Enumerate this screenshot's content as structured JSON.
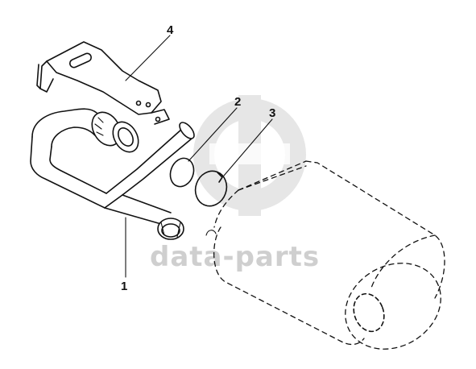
{
  "diagram": {
    "callouts": [
      {
        "id": "1",
        "label": "1"
      },
      {
        "id": "2",
        "label": "2"
      },
      {
        "id": "3",
        "label": "3"
      },
      {
        "id": "4",
        "label": "4"
      }
    ],
    "watermark": {
      "text": "data-parts",
      "color": "#cfcfcf"
    },
    "line_color": "#111111"
  }
}
